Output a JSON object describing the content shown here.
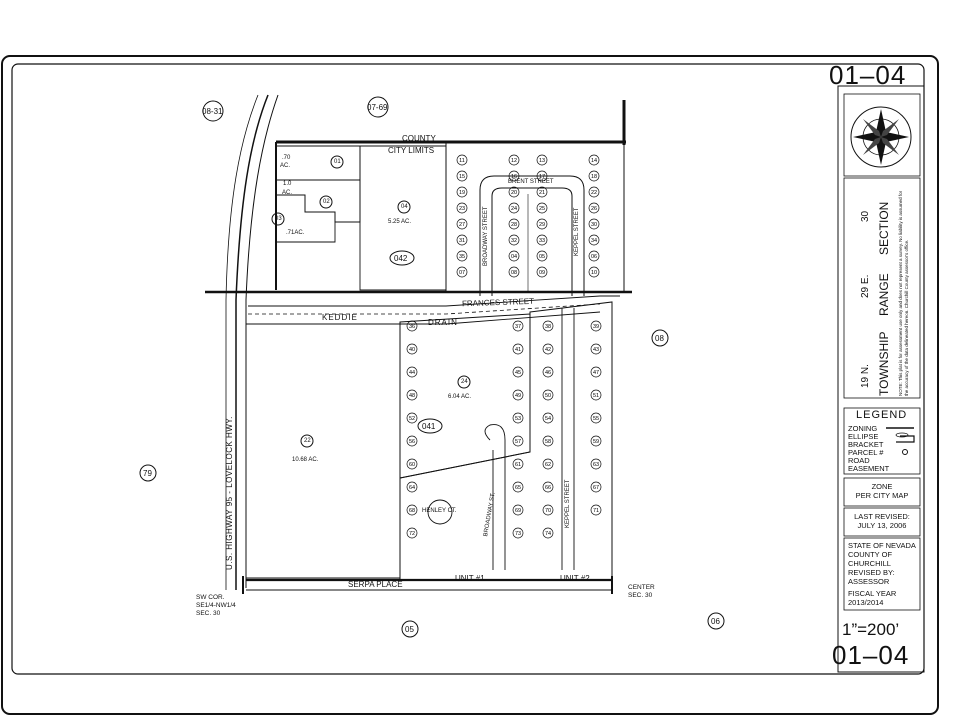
{
  "sheet": {
    "number_top": "01–04",
    "number_bottom": "01–04",
    "scale": "1”=200’"
  },
  "title_block": {
    "section_label": "SECTION",
    "section_value": "30",
    "range_label": "RANGE",
    "range_value": "29 E.",
    "township_label": "TOWNSHIP",
    "township_value": "19 N.",
    "note": "NOTE: This plat is for assessment use only and does not represent a survey. No liability is assumed for the accuracy of the data delineated hereon. Churchill County assessor's office.",
    "legend": {
      "title": "LEGEND",
      "items": [
        "ZONING",
        "ELLIPSE",
        "BRACKET",
        "PARCEL #",
        "ROAD",
        "EASEMENT"
      ]
    },
    "zone": [
      "ZONE",
      "PER CITY MAP"
    ],
    "revised": [
      "LAST REVISED:",
      "JULY 13, 2006"
    ],
    "agency": [
      "STATE OF NEVADA",
      "COUNTY OF",
      "CHURCHILL",
      "REVISED BY:",
      "ASSESSOR"
    ],
    "fiscal": [
      "FISCAL YEAR",
      "2013/2014"
    ]
  },
  "adjacent_maps": [
    "08-31",
    "07-69",
    "08",
    "79",
    "05",
    "06"
  ],
  "boundary_labels": {
    "county": "COUNTY",
    "city_limits": "CITY LIMITS",
    "keddie": "KEDDIE",
    "drain": "DRAIN",
    "highway": "U.S. HIGHWAY 95 - LOVELOCK HWY."
  },
  "streets": {
    "brent": "BRENT STREET",
    "frances": "FRANCES STREET",
    "broadway_n": "BROADWAY STREET",
    "keppel_n": "KEPPEL STREET",
    "keppel_s": "KEPPEL STREET",
    "broadway_s": "BROADWAY ST.",
    "henley": "HENLEY CT.",
    "serpa": "SERPA PLACE"
  },
  "units": {
    "unit1": "UNIT #1",
    "unit2": "UNIT #2"
  },
  "corners": {
    "sw": [
      "SW COR.",
      "SE1/4-NW1/4",
      "SEC. 30"
    ],
    "center": [
      "CENTER",
      "SEC. 30"
    ]
  },
  "blocks": {
    "b042": "042",
    "b041": "041"
  },
  "parcels": [
    {
      "id": "01",
      "label": "01",
      "area": ".70",
      "area_unit": "AC."
    },
    {
      "id": "02",
      "label": "02",
      "area": "1.0",
      "area_unit": "AC."
    },
    {
      "id": "03",
      "label": "03",
      "area": ".71AC.",
      "area_unit": ""
    },
    {
      "id": "04",
      "label": "04",
      "area": "5.25 AC.",
      "area_unit": ""
    },
    {
      "id": "22",
      "label": "22",
      "area": "10.68 AC.",
      "area_unit": ""
    },
    {
      "id": "24",
      "label": "24",
      "area": "6.04 AC.",
      "area_unit": ""
    }
  ],
  "lots_north": [
    "11",
    "12",
    "13",
    "14",
    "15",
    "16",
    "17",
    "18",
    "19",
    "20",
    "21",
    "22",
    "23",
    "24",
    "25",
    "26",
    "27",
    "28",
    "29",
    "30",
    "31",
    "32",
    "33",
    "34",
    "35",
    "04",
    "05",
    "06",
    "07",
    "08",
    "09",
    "10"
  ],
  "lots_south": [
    "36",
    "37",
    "38",
    "39",
    "40",
    "41",
    "42",
    "43",
    "44",
    "45",
    "46",
    "47",
    "48",
    "49",
    "50",
    "51",
    "52",
    "53",
    "54",
    "55",
    "56",
    "57",
    "58",
    "59",
    "60",
    "61",
    "62",
    "63",
    "64",
    "65",
    "66",
    "67",
    "68",
    "69",
    "70",
    "71",
    "72",
    "73",
    "74"
  ]
}
